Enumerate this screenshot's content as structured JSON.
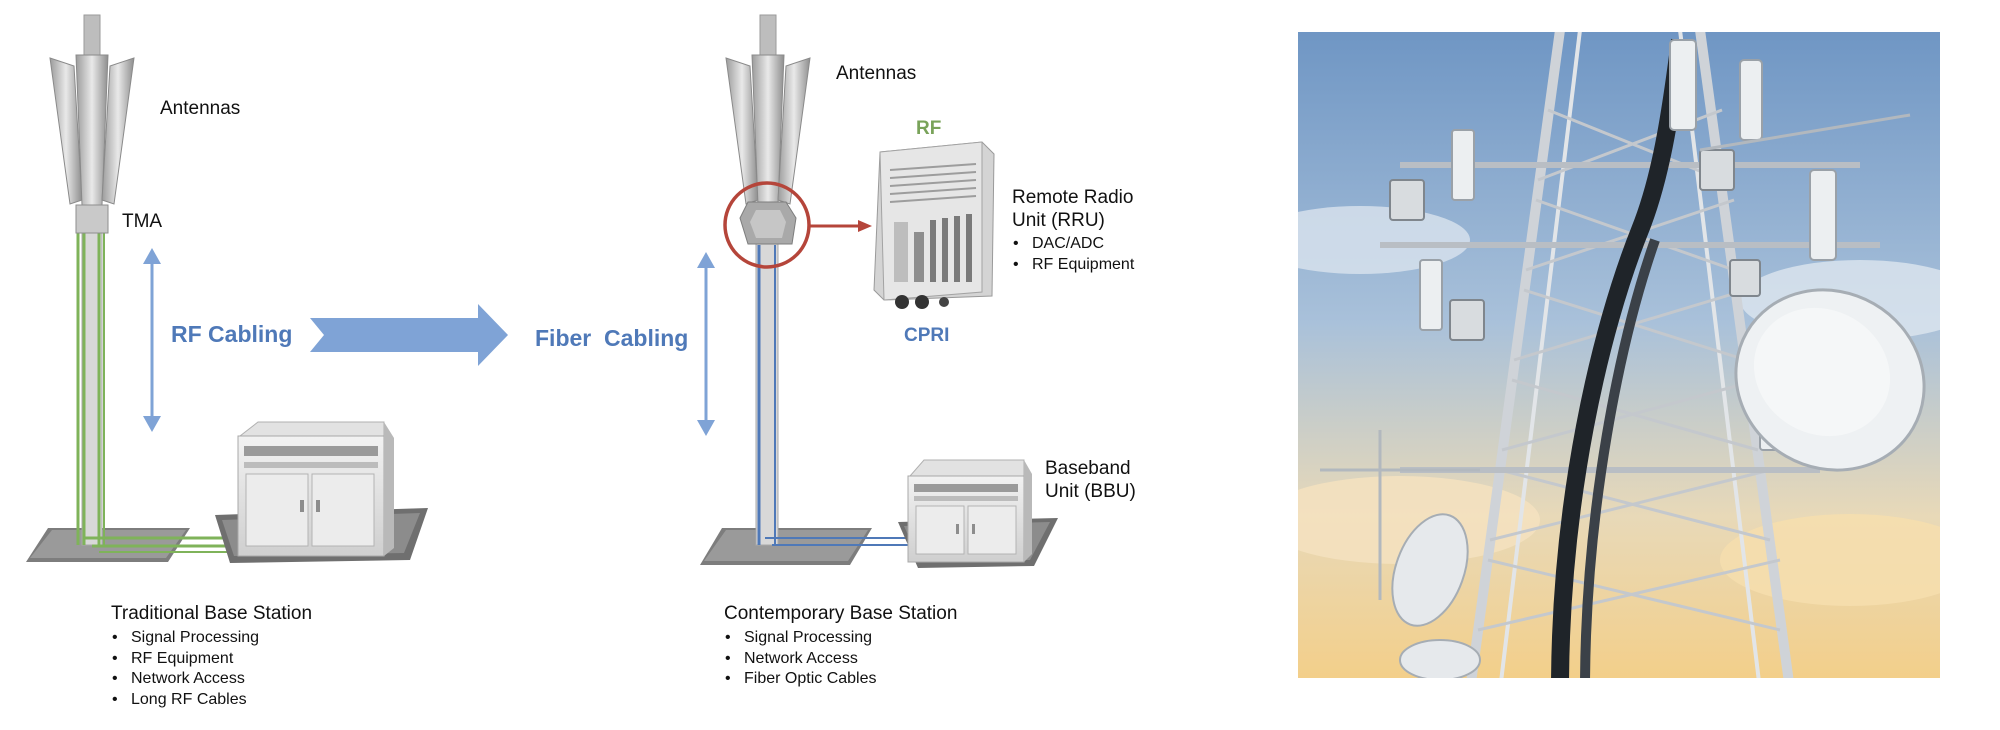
{
  "left_station": {
    "antennas_label": "Antennas",
    "tma_label": "TMA",
    "cabling_label": "RF Cabling",
    "caption": {
      "title": "Traditional Base Station",
      "items": [
        "Signal Processing",
        "RF Equipment",
        "Network Access",
        "Long RF Cables"
      ]
    }
  },
  "right_station": {
    "antennas_label": "Antennas",
    "cabling_label": "Fiber  Cabling",
    "rf_label": "RF",
    "cpri_label": "CPRI",
    "rru": {
      "title_line1": "Remote Radio",
      "title_line2": "Unit (RRU)",
      "items": [
        "DAC/ADC",
        "RF Equipment"
      ]
    },
    "bbu": {
      "title_line1": "Baseband",
      "title_line2": "Unit (BBU)"
    },
    "caption": {
      "title": "Contemporary Base Station",
      "items": [
        "Signal Processing",
        "Network Access",
        "Fiber Optic Cables"
      ]
    }
  },
  "colors": {
    "rf_cable": "#7fb35a",
    "fiber_cable": "#4f79b8",
    "arrow": "#7fa3d6",
    "highlight_circle": "#b5453a",
    "sky_top": "#6f96c4",
    "sky_bottom": "#f2d7a2"
  }
}
